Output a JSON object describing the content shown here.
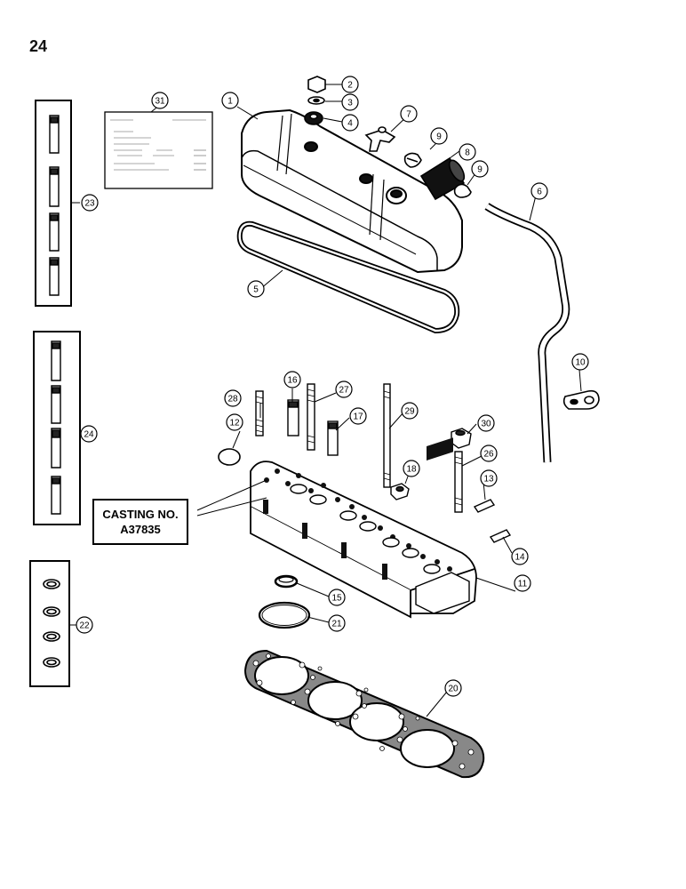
{
  "page_number": "24",
  "casting_label": {
    "line1": "CASTING NO.",
    "line2": "A37835"
  },
  "callouts": [
    {
      "id": "c1",
      "text": "1"
    },
    {
      "id": "c2",
      "text": "2"
    },
    {
      "id": "c3",
      "text": "3"
    },
    {
      "id": "c4",
      "text": "4"
    },
    {
      "id": "c5",
      "text": "5"
    },
    {
      "id": "c6",
      "text": "6"
    },
    {
      "id": "c7",
      "text": "7"
    },
    {
      "id": "c8",
      "text": "8"
    },
    {
      "id": "c9a",
      "text": "9"
    },
    {
      "id": "c9b",
      "text": "9"
    },
    {
      "id": "c10",
      "text": "10"
    },
    {
      "id": "c11",
      "text": "11"
    },
    {
      "id": "c12",
      "text": "12"
    },
    {
      "id": "c13",
      "text": "13"
    },
    {
      "id": "c14",
      "text": "14"
    },
    {
      "id": "c15",
      "text": "15"
    },
    {
      "id": "c16",
      "text": "16"
    },
    {
      "id": "c17",
      "text": "17"
    },
    {
      "id": "c18",
      "text": "18"
    },
    {
      "id": "c20",
      "text": "20"
    },
    {
      "id": "c21",
      "text": "21"
    },
    {
      "id": "c22",
      "text": "22"
    },
    {
      "id": "c23",
      "text": "23"
    },
    {
      "id": "c24",
      "text": "24"
    },
    {
      "id": "c26",
      "text": "26"
    },
    {
      "id": "c27",
      "text": "27"
    },
    {
      "id": "c28",
      "text": "28"
    },
    {
      "id": "c29",
      "text": "29"
    },
    {
      "id": "c30",
      "text": "30"
    },
    {
      "id": "c31",
      "text": "31"
    }
  ]
}
